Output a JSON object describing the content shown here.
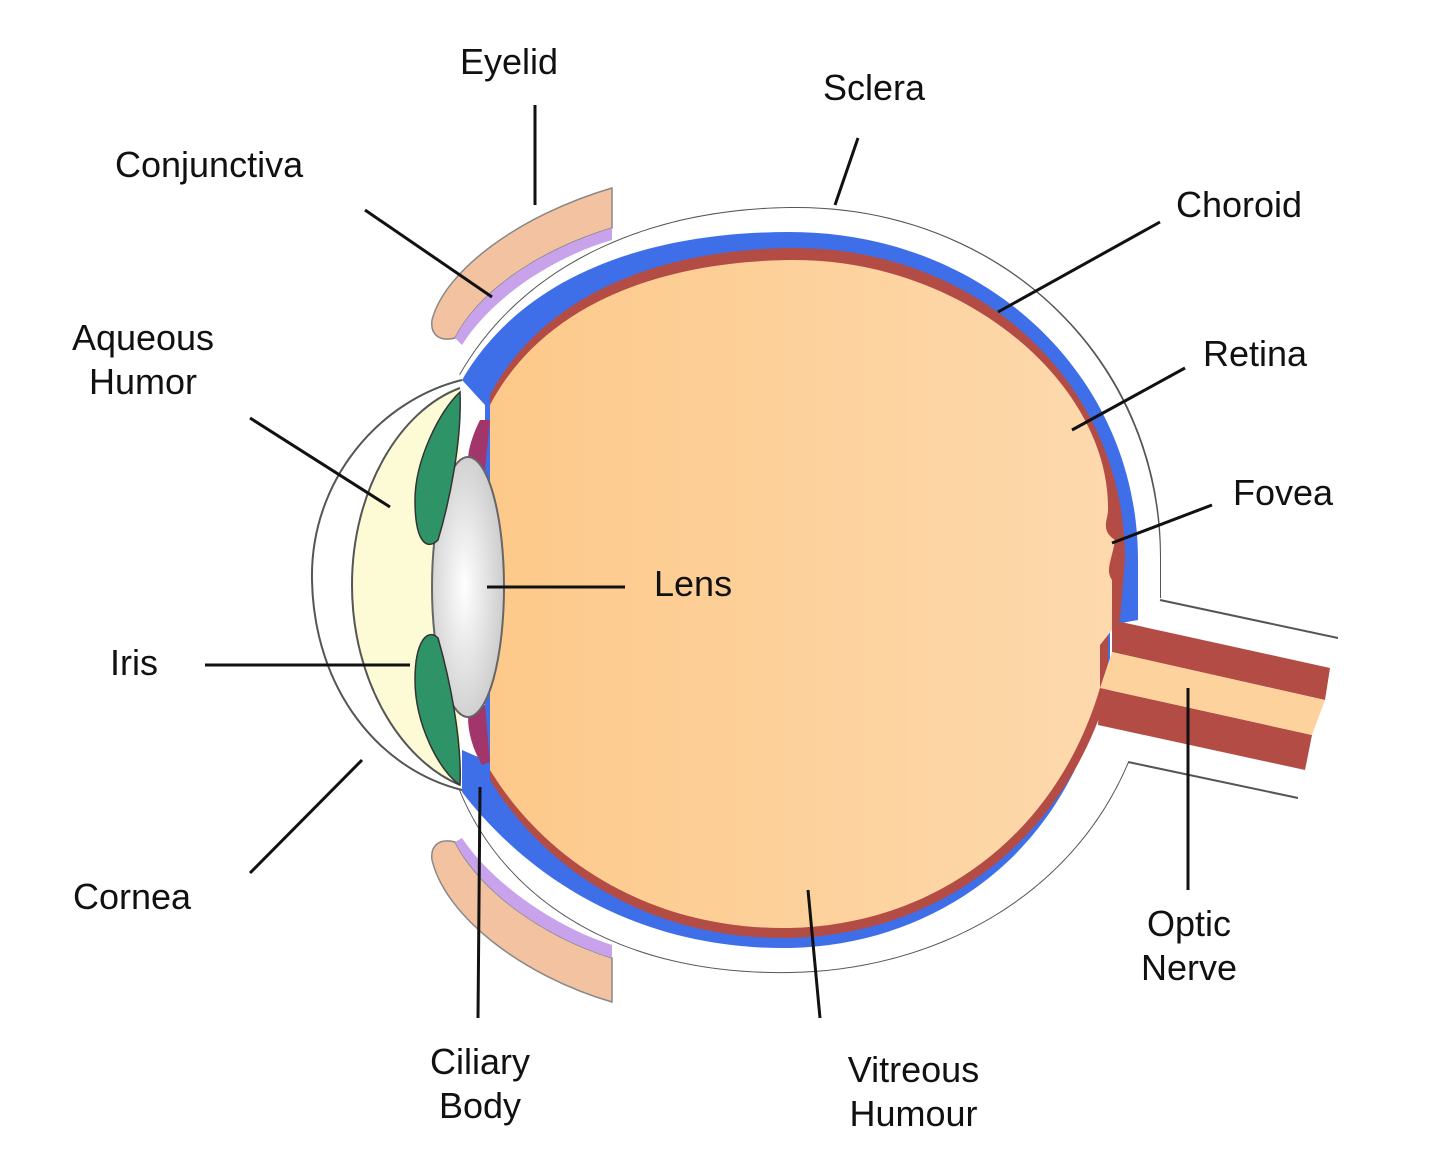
{
  "labels": {
    "eyelid": "Eyelid",
    "sclera": "Sclera",
    "conjunctiva": "Conjunctiva",
    "choroid": "Choroid",
    "aqueous_humor": [
      "Aqueous",
      "Humor"
    ],
    "retina": "Retina",
    "fovea": "Fovea",
    "lens": "Lens",
    "iris": "Iris",
    "cornea": "Cornea",
    "ciliary_body": [
      "Ciliary",
      "Body"
    ],
    "vitreous_humour": [
      "Vitreous",
      "Humour"
    ],
    "optic_nerve": [
      "Optic",
      "Nerve"
    ]
  },
  "colors": {
    "vitreous": "#fdd29c",
    "choroid": "#3f6fe8",
    "retina": "#b34c45",
    "sclera_outline": "#555555",
    "iris": "#2e9468",
    "ciliary_body": "#a2366a",
    "eyelid": "#f3c3a1",
    "conjunctiva": "#c9a2ec",
    "aqueous": "#fdfbd6",
    "lens": "#dcdcdc"
  }
}
